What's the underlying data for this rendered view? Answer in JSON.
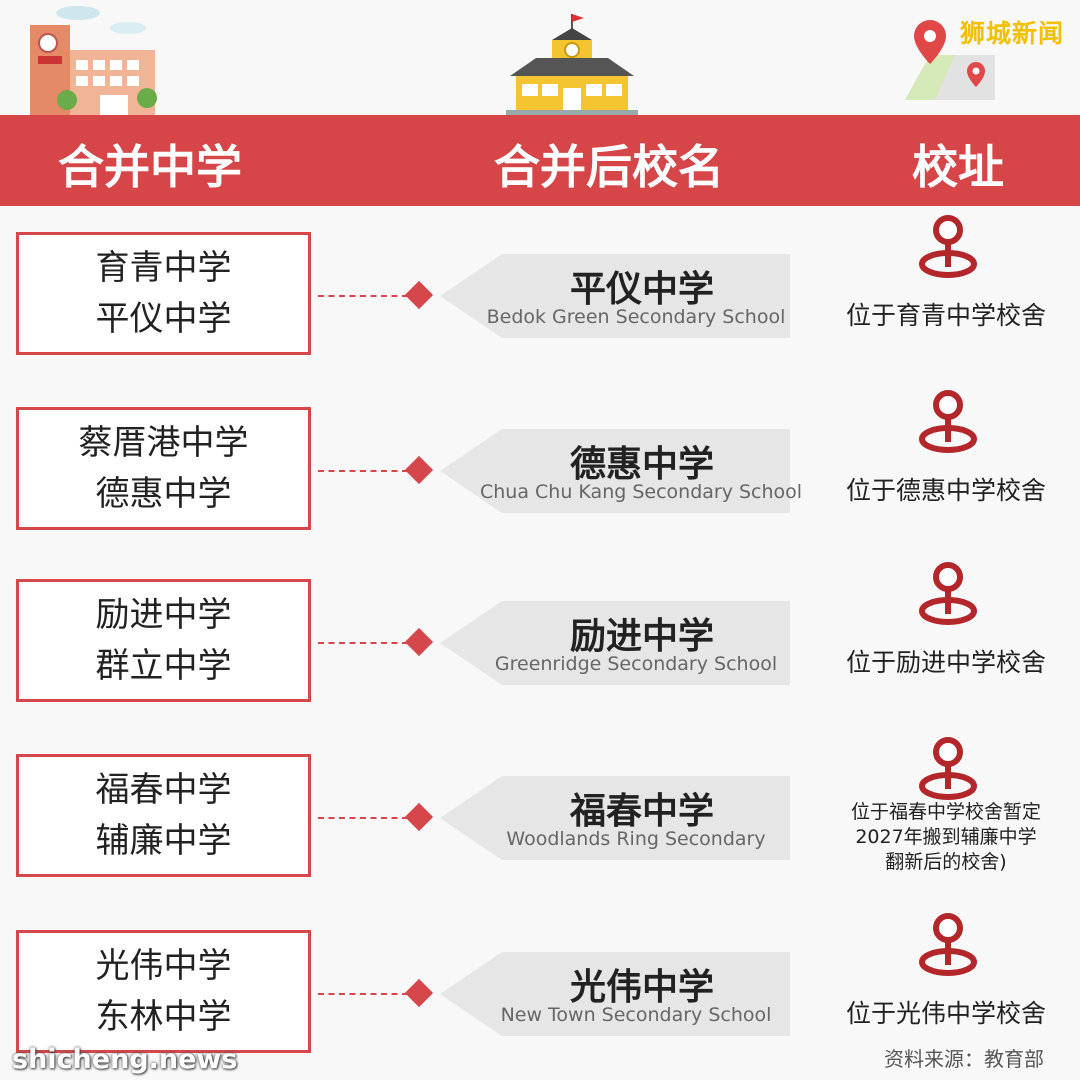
{
  "brand": "狮城新闻",
  "headers": {
    "merged": "合并中学",
    "new_name": "合并后校名",
    "address": "校址"
  },
  "rows": [
    {
      "schools": [
        "育青中学",
        "平仪中学"
      ],
      "new_name": "平仪中学",
      "english": "Bedok Green Secondary School",
      "address": "位于育青中学校舍"
    },
    {
      "schools": [
        "蔡厝港中学",
        "德惠中学"
      ],
      "new_name": "德惠中学",
      "english": "Chua Chu Kang Secondary School",
      "address": "位于德惠中学校舍"
    },
    {
      "schools": [
        "励进中学",
        "群立中学"
      ],
      "new_name": "励进中学",
      "english": "Greenridge Secondary School",
      "address": "位于励进中学校舍"
    },
    {
      "schools": [
        "福春中学",
        "辅廉中学"
      ],
      "new_name": "福春中学",
      "english": "Woodlands Ring Secondary",
      "address_lines": [
        "位于福春中学校舍暂定",
        "2027年搬到辅廉中学",
        "翻新后的校舍)"
      ]
    },
    {
      "schools": [
        "光伟中学",
        "东林中学"
      ],
      "new_name": "光伟中学",
      "english": "New Town Secondary School",
      "address": "位于光伟中学校舍"
    }
  ],
  "source": "资料来源：教育部",
  "watermark": "shicheng.news",
  "colors": {
    "accent": "#d64548",
    "brand": "#f2c000"
  }
}
